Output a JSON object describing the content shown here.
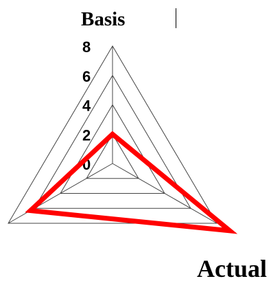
{
  "chart_data": {
    "type": "radar",
    "axes": [
      "Basis",
      "",
      "Actual"
    ],
    "tick_labels": [
      "0",
      "2",
      "4",
      "6",
      "8"
    ],
    "rlim": [
      0,
      8
    ],
    "grid": true,
    "legend": "none",
    "series": [
      {
        "values": [
          2,
          6.3,
          9
        ],
        "color": "#ff0000"
      }
    ],
    "grid_color": "#444444",
    "tick_color": "#000000"
  }
}
